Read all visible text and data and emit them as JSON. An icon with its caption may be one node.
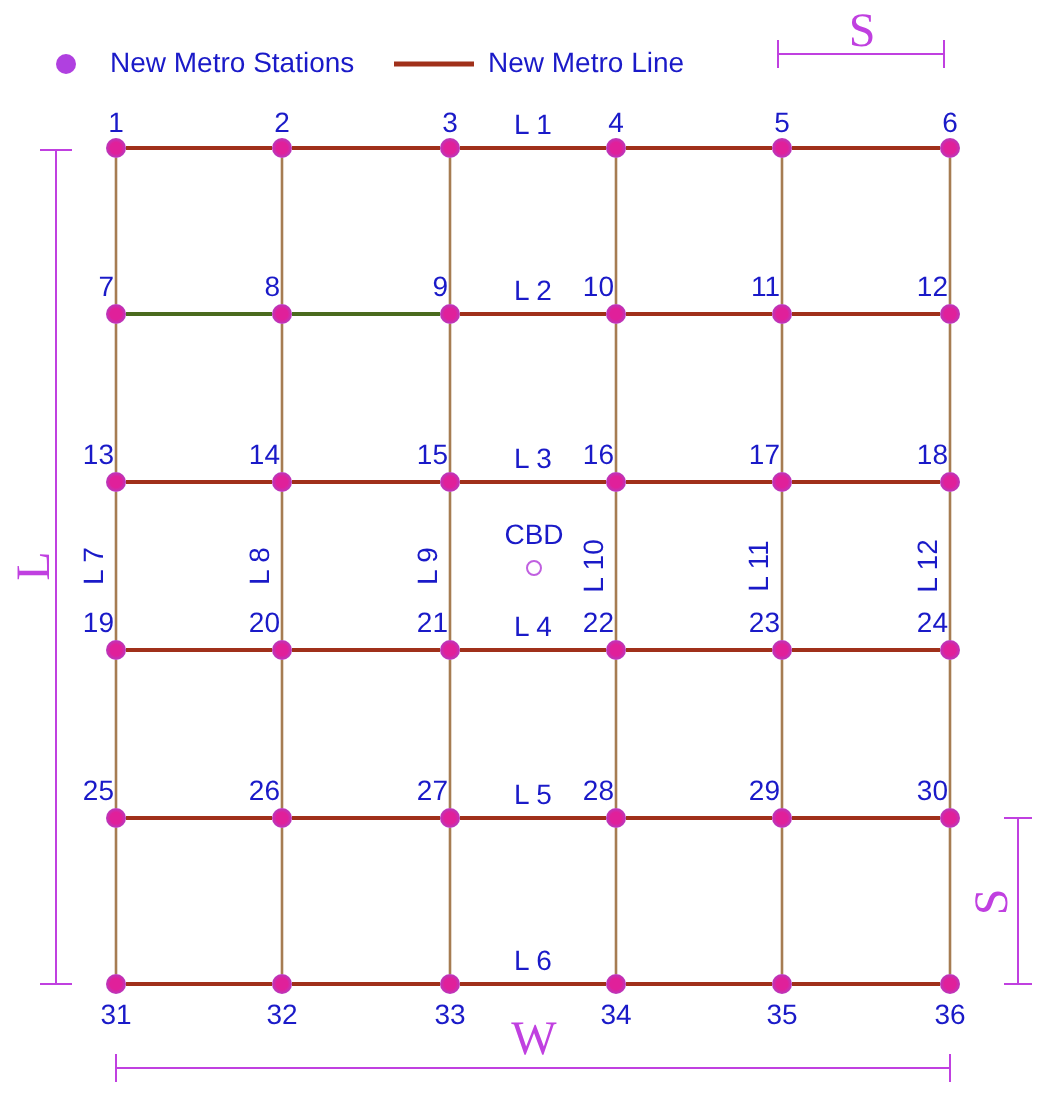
{
  "diagram": {
    "nodes": [
      {
        "text": [],
        "shape": "circle",
        "beside": [
          "1"
        ]
      },
      {
        "text": [],
        "shape": "circle",
        "beside": [
          "2"
        ]
      },
      {
        "text": [],
        "shape": "circle",
        "beside": [
          "3"
        ]
      },
      {
        "text": [],
        "shape": "circle",
        "beside": [
          "4"
        ]
      },
      {
        "text": [],
        "shape": "circle",
        "beside": [
          "5"
        ]
      },
      {
        "text": [],
        "shape": "circle",
        "beside": [
          "6"
        ]
      },
      {
        "text": [],
        "shape": "circle",
        "beside": [
          "7"
        ]
      },
      {
        "text": [],
        "shape": "circle",
        "beside": [
          "8"
        ]
      },
      {
        "text": [],
        "shape": "circle",
        "beside": [
          "9"
        ]
      },
      {
        "text": [],
        "shape": "circle",
        "beside": [
          "10"
        ]
      },
      {
        "text": [],
        "shape": "circle",
        "beside": [
          "11"
        ]
      },
      {
        "text": [],
        "shape": "circle",
        "beside": [
          "12"
        ]
      },
      {
        "text": [],
        "shape": "circle",
        "beside": [
          "13"
        ]
      },
      {
        "text": [],
        "shape": "circle",
        "beside": [
          "14"
        ]
      },
      {
        "text": [],
        "shape": "circle",
        "beside": [
          "15"
        ]
      },
      {
        "text": [],
        "shape": "circle",
        "beside": [
          "16"
        ]
      },
      {
        "text": [],
        "shape": "circle",
        "beside": [
          "17"
        ]
      },
      {
        "text": [],
        "shape": "circle",
        "beside": [
          "18"
        ]
      },
      {
        "text": [],
        "shape": "circle",
        "beside": [
          "19"
        ]
      },
      {
        "text": [],
        "shape": "circle",
        "beside": [
          "20"
        ]
      },
      {
        "text": [],
        "shape": "circle",
        "beside": [
          "21"
        ]
      },
      {
        "text": [],
        "shape": "circle",
        "beside": [
          "22"
        ]
      },
      {
        "text": [],
        "shape": "circle",
        "beside": [
          "23"
        ]
      },
      {
        "text": [],
        "shape": "circle",
        "beside": [
          "24"
        ]
      },
      {
        "text": [],
        "shape": "circle",
        "beside": [
          "25"
        ]
      },
      {
        "text": [],
        "shape": "circle",
        "beside": [
          "26"
        ]
      },
      {
        "text": [],
        "shape": "circle",
        "beside": [
          "27"
        ]
      },
      {
        "text": [],
        "shape": "circle",
        "beside": [
          "28"
        ]
      },
      {
        "text": [],
        "shape": "circle",
        "beside": [
          "29"
        ]
      },
      {
        "text": [],
        "shape": "circle",
        "beside": [
          "30"
        ]
      },
      {
        "text": [],
        "shape": "circle",
        "beside": [
          "31"
        ]
      },
      {
        "text": [],
        "shape": "circle",
        "beside": [
          "32"
        ]
      },
      {
        "text": [],
        "shape": "circle",
        "beside": [
          "33"
        ]
      },
      {
        "text": [],
        "shape": "circle",
        "beside": [
          "34"
        ]
      },
      {
        "text": [],
        "shape": "circle",
        "beside": [
          "35"
        ]
      },
      {
        "text": [],
        "shape": "circle",
        "beside": [
          "36"
        ]
      },
      {
        "text": [],
        "shape": "circle",
        "beside": [
          "CBD"
        ]
      }
    ],
    "edges": [
      {
        "from": 0,
        "to": 1,
        "arrow": "none",
        "color": "#a0301a"
      },
      {
        "from": 1,
        "to": 2,
        "arrow": "none",
        "color": "#a0301a"
      },
      {
        "from": 2,
        "to": 3,
        "arrow": "none",
        "color": "#a0301a",
        "label": "L 1"
      },
      {
        "from": 3,
        "to": 4,
        "arrow": "none",
        "color": "#a0301a"
      },
      {
        "from": 4,
        "to": 5,
        "arrow": "none",
        "color": "#a0301a"
      },
      {
        "from": 6,
        "to": 7,
        "arrow": "none",
        "color": "#4a6b1e"
      },
      {
        "from": 7,
        "to": 8,
        "arrow": "none",
        "color": "#4a6b1e"
      },
      {
        "from": 8,
        "to": 9,
        "arrow": "none",
        "color": "#a0301a",
        "label": "L 2"
      },
      {
        "from": 9,
        "to": 10,
        "arrow": "none",
        "color": "#a0301a"
      },
      {
        "from": 10,
        "to": 11,
        "arrow": "none",
        "color": "#a0301a"
      },
      {
        "from": 12,
        "to": 13,
        "arrow": "none",
        "color": "#a0301a"
      },
      {
        "from": 13,
        "to": 14,
        "arrow": "none",
        "color": "#a0301a"
      },
      {
        "from": 14,
        "to": 15,
        "arrow": "none",
        "color": "#a0301a",
        "label": "L 3"
      },
      {
        "from": 15,
        "to": 16,
        "arrow": "none",
        "color": "#a0301a"
      },
      {
        "from": 16,
        "to": 17,
        "arrow": "none",
        "color": "#a0301a"
      },
      {
        "from": 18,
        "to": 19,
        "arrow": "none",
        "color": "#a0301a"
      },
      {
        "from": 19,
        "to": 20,
        "arrow": "none",
        "color": "#a0301a"
      },
      {
        "from": 20,
        "to": 21,
        "arrow": "none",
        "color": "#a0301a",
        "label": "L 4"
      },
      {
        "from": 21,
        "to": 22,
        "arrow": "none",
        "color": "#a0301a"
      },
      {
        "from": 22,
        "to": 23,
        "arrow": "none",
        "color": "#a0301a"
      },
      {
        "from": 24,
        "to": 25,
        "arrow": "none",
        "color": "#a0301a"
      },
      {
        "from": 25,
        "to": 26,
        "arrow": "none",
        "color": "#a0301a"
      },
      {
        "from": 26,
        "to": 27,
        "arrow": "none",
        "color": "#a0301a",
        "label": "L 5"
      },
      {
        "from": 27,
        "to": 28,
        "arrow": "none",
        "color": "#a0301a"
      },
      {
        "from": 28,
        "to": 29,
        "arrow": "none",
        "color": "#a0301a"
      },
      {
        "from": 30,
        "to": 31,
        "arrow": "none",
        "color": "#a0301a"
      },
      {
        "from": 31,
        "to": 32,
        "arrow": "none",
        "color": "#a0301a"
      },
      {
        "from": 32,
        "to": 33,
        "arrow": "none",
        "color": "#a0301a",
        "label": "L 6"
      },
      {
        "from": 33,
        "to": 34,
        "arrow": "none",
        "color": "#a0301a"
      },
      {
        "from": 34,
        "to": 35,
        "arrow": "none",
        "color": "#a0301a"
      },
      {
        "from": 0,
        "to": 6,
        "arrow": "none"
      },
      {
        "from": 6,
        "to": 12,
        "arrow": "none"
      },
      {
        "from": 12,
        "to": 18,
        "arrow": "none",
        "label": "L 7"
      },
      {
        "from": 18,
        "to": 24,
        "arrow": "none"
      },
      {
        "from": 24,
        "to": 30,
        "arrow": "none"
      },
      {
        "from": 1,
        "to": 7,
        "arrow": "none"
      },
      {
        "from": 7,
        "to": 13,
        "arrow": "none"
      },
      {
        "from": 13,
        "to": 19,
        "arrow": "none",
        "label": "L 8"
      },
      {
        "from": 19,
        "to": 25,
        "arrow": "none"
      },
      {
        "from": 25,
        "to": 31,
        "arrow": "none"
      },
      {
        "from": 2,
        "to": 8,
        "arrow": "none"
      },
      {
        "from": 8,
        "to": 14,
        "arrow": "none"
      },
      {
        "from": 14,
        "to": 20,
        "arrow": "none",
        "label": "L 9"
      },
      {
        "from": 20,
        "to": 26,
        "arrow": "none"
      },
      {
        "from": 26,
        "to": 32,
        "arrow": "none"
      },
      {
        "from": 3,
        "to": 9,
        "arrow": "none"
      },
      {
        "from": 9,
        "to": 15,
        "arrow": "none"
      },
      {
        "from": 15,
        "to": 21,
        "arrow": "none",
        "label": "L 10"
      },
      {
        "from": 21,
        "to": 27,
        "arrow": "none"
      },
      {
        "from": 27,
        "to": 33,
        "arrow": "none"
      },
      {
        "from": 4,
        "to": 10,
        "arrow": "none"
      },
      {
        "from": 10,
        "to": 16,
        "arrow": "none"
      },
      {
        "from": 16,
        "to": 22,
        "arrow": "none",
        "label": "L 11"
      },
      {
        "from": 22,
        "to": 28,
        "arrow": "none"
      },
      {
        "from": 28,
        "to": 34,
        "arrow": "none"
      },
      {
        "from": 5,
        "to": 11,
        "arrow": "none"
      },
      {
        "from": 11,
        "to": 17,
        "arrow": "none"
      },
      {
        "from": 17,
        "to": 23,
        "arrow": "none",
        "label": "L 12"
      },
      {
        "from": 23,
        "to": 29,
        "arrow": "none"
      },
      {
        "from": 29,
        "to": 35,
        "arrow": "none"
      }
    ],
    "labels": [
      "S",
      "L",
      "W",
      "S"
    ],
    "legend": [
      {
        "text": "New Metro Stations",
        "color": "#b040e0"
      },
      {
        "text": "New Metro Line"
      }
    ]
  }
}
